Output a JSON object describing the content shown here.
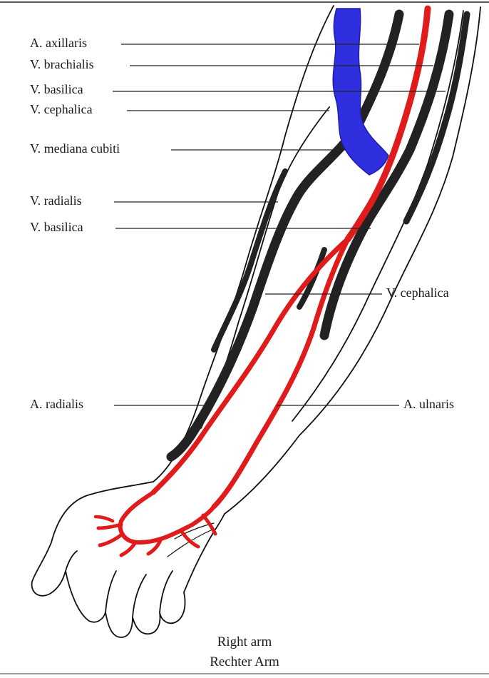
{
  "labels": {
    "a_axillaris": "A. axillaris",
    "v_brachialis": "V. brachialis",
    "v_basilica_upper": "V. basilica",
    "v_cephalica_upper": "V. cephalica",
    "v_mediana_cubiti": "V. mediana cubiti",
    "v_radialis": "V. radialis",
    "v_basilica_lower": "V. basilica",
    "v_cephalica_right": "V. cephalica",
    "a_radialis": "A. radialis",
    "a_ulnaris": "A. ulnaris"
  },
  "caption": {
    "line1": "Right arm",
    "line2": "Rechter Arm"
  },
  "colors": {
    "artery": "#e01b1b",
    "vein_highlight": "#2f2fe0",
    "vein": "#222222",
    "outline": "#111111"
  }
}
